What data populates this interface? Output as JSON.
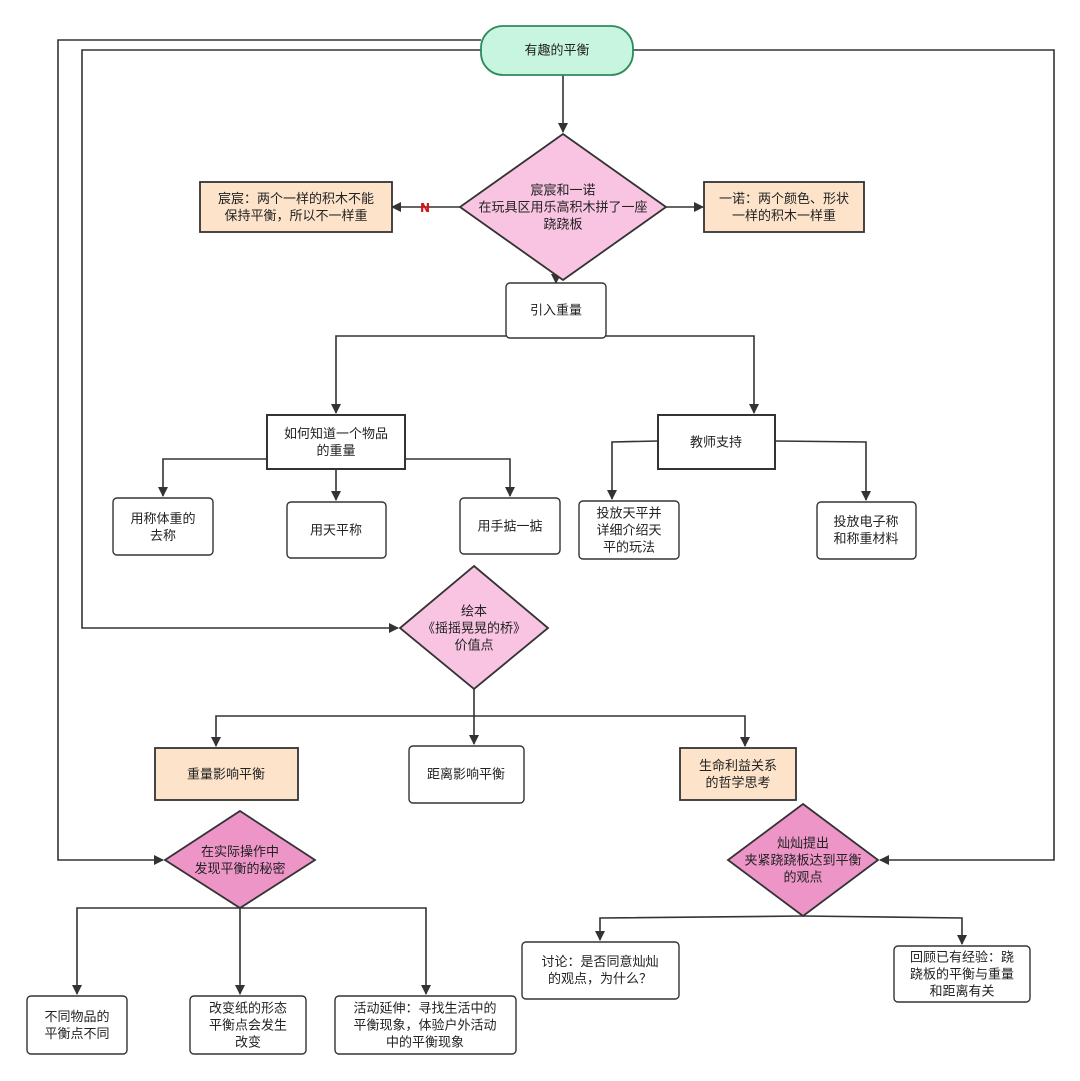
{
  "colors": {
    "start_fill": "#c8f5df",
    "start_stroke": "#2f8a5d",
    "diamond_light": "#f9c4e1",
    "diamond_mid": "#ee95c8",
    "diamond_stroke": "#333333",
    "peach_fill": "#fde3c9",
    "box_stroke": "#333333",
    "white": "#ffffff",
    "edge": "#333333",
    "no_label": "#d8121a"
  },
  "nodes": {
    "start": {
      "lines": [
        "有趣的平衡"
      ]
    },
    "d1": {
      "lines": [
        "宸宸和一诺",
        "在玩具区用乐高积木拼了一座",
        "跷跷板"
      ]
    },
    "left_peach": {
      "lines": [
        "宸宸：两个一样的积木不能",
        "保持平衡，所以不一样重"
      ]
    },
    "right_peach": {
      "lines": [
        "一诺：两个颜色、形状",
        "一样的积木一样重"
      ]
    },
    "intro": {
      "lines": [
        "引入重量"
      ]
    },
    "know": {
      "lines": [
        "如何知道一个物品",
        "的重量"
      ]
    },
    "teacher": {
      "lines": [
        "教师支持"
      ]
    },
    "scale": {
      "lines": [
        "用称体重的",
        "去称"
      ]
    },
    "balance": {
      "lines": [
        "用天平称"
      ]
    },
    "hand": {
      "lines": [
        "用手掂一掂"
      ]
    },
    "place_balance": {
      "lines": [
        "投放天平并",
        "详细介绍天",
        "平的玩法"
      ]
    },
    "place_elec": {
      "lines": [
        "投放电子称",
        "和称重材料"
      ]
    },
    "d2": {
      "lines": [
        "绘本",
        "《摇摇晃晃的桥》",
        "价值点"
      ]
    },
    "weight_aff": {
      "lines": [
        "重量影响平衡"
      ]
    },
    "dist_aff": {
      "lines": [
        "距离影响平衡"
      ]
    },
    "life": {
      "lines": [
        "生命利益关系",
        "的哲学思考"
      ]
    },
    "d3": {
      "lines": [
        "在实际操作中",
        "发现平衡的秘密"
      ]
    },
    "d4": {
      "lines": [
        "灿灿提出",
        "夹紧跷跷板达到平衡",
        "的观点"
      ]
    },
    "diff": {
      "lines": [
        "不同物品的",
        "平衡点不同"
      ]
    },
    "paper": {
      "lines": [
        "改变纸的形态",
        "平衡点会发生",
        "改变"
      ]
    },
    "activity": {
      "lines": [
        "活动延伸：寻找生活中的",
        "平衡现象，体验户外活动",
        "中的平衡现象"
      ]
    },
    "discuss": {
      "lines": [
        "讨论：是否同意灿灿",
        "的观点，为什么？"
      ]
    },
    "review": {
      "lines": [
        "回顾已有经验：跷",
        "跷板的平衡与重量",
        "和距离有关"
      ]
    }
  },
  "edge_labels": {
    "no": "N"
  }
}
